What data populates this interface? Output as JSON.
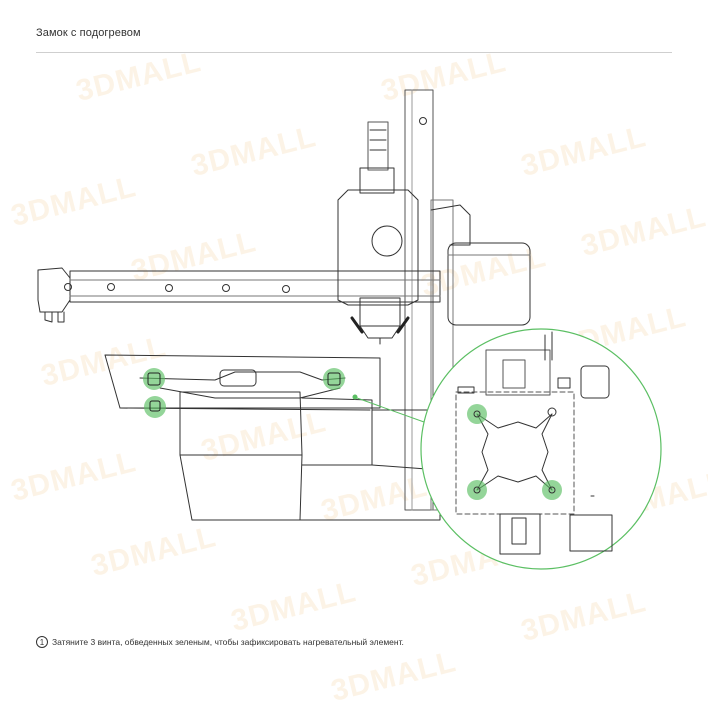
{
  "header": {
    "title": "Замок с подогревом"
  },
  "watermark": {
    "text": "3DMALL"
  },
  "instruction": {
    "step": "1",
    "text": "Затяните 3 винта, обведенных зеленым, чтобы зафиксировать нагревательный элемент."
  },
  "colors": {
    "highlight": "#5bbf63",
    "line": "#333333",
    "watermark": "#f0c88c"
  }
}
